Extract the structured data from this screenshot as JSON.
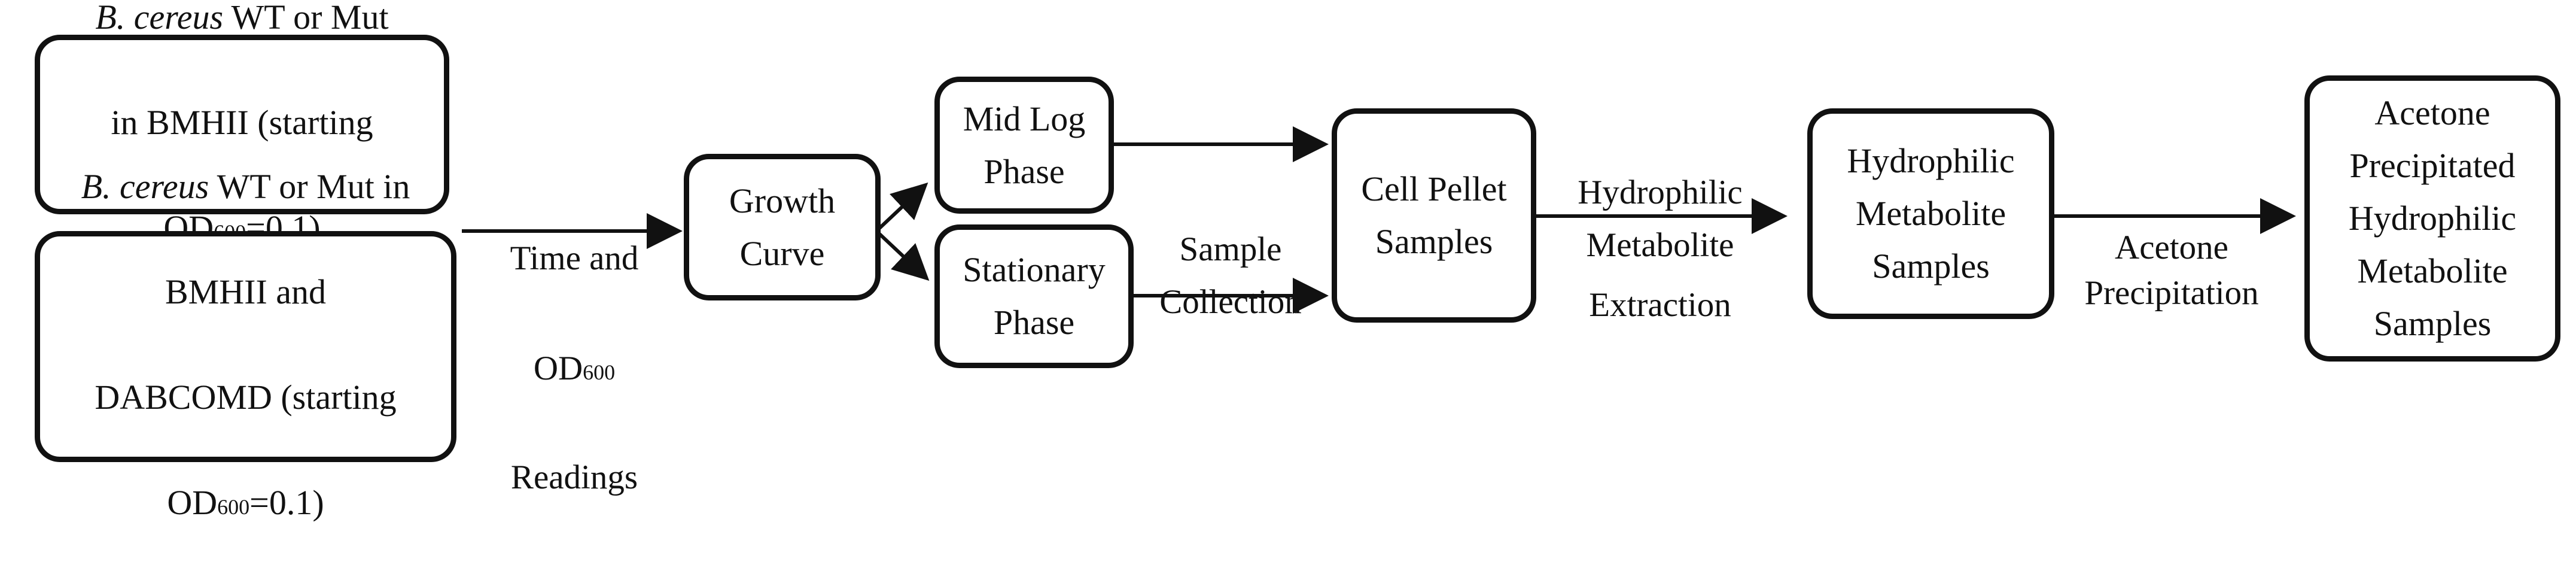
{
  "boxes": {
    "input_a": {
      "line1_italic": "B. cereus",
      "line1_rest": " WT or Mut",
      "line2": "in BMHII (starting",
      "od_prefix": "OD",
      "od_sub": "600",
      "od_suffix": "=0.1)"
    },
    "input_b": {
      "line1_italic": "B. cereus",
      "line1_rest": " WT or Mut in",
      "line2": "BMHII and",
      "line3": "DABCOMD (starting",
      "od_prefix": "OD",
      "od_sub": "600",
      "od_suffix": "=0.1)"
    },
    "growth_curve": "Growth\nCurve",
    "mid_log": "Mid Log\nPhase",
    "stationary": "Stationary\nPhase",
    "cell_pellet": "Cell Pellet\nSamples",
    "hydrophilic_samples": "Hydrophilic\nMetabolite\nSamples",
    "acetone_samples": "Acetone\nPrecipitated\nHydrophilic\nMetabolite\nSamples"
  },
  "edge_labels": {
    "time_od": {
      "line1": "Time and",
      "od_prefix": "OD",
      "od_sub": "600",
      "line3": "Readings"
    },
    "sample_collection": "Sample\nCollection",
    "extraction_top": "Hydrophilic\nMetabolite",
    "extraction_bottom": "Extraction",
    "acetone_top": "Acetone",
    "acetone_bottom": "Precipitation"
  }
}
